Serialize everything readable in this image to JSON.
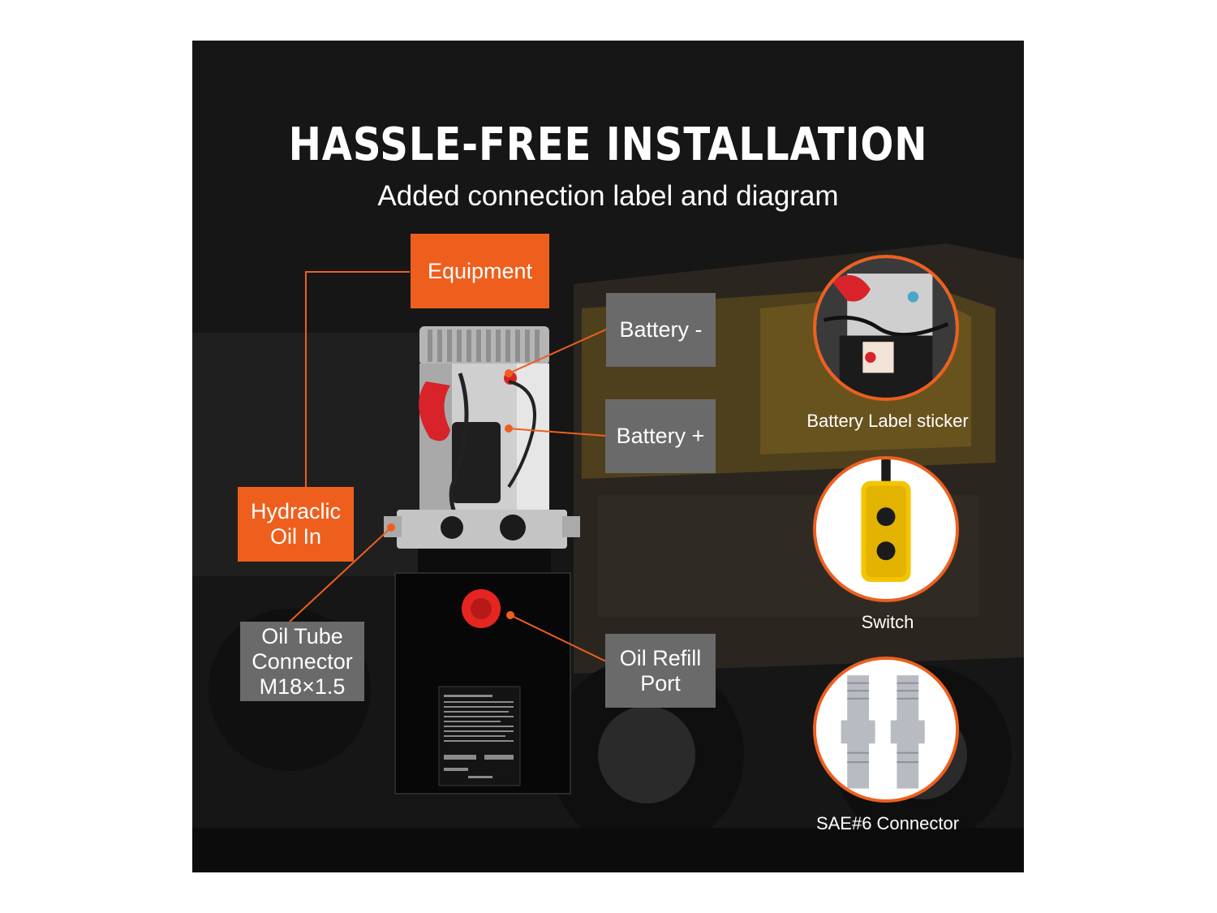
{
  "header": {
    "title": "HASSLE-FREE INSTALLATION",
    "subtitle": "Added connection label and diagram"
  },
  "labels": {
    "equipment": "Equipment",
    "battery_minus": "Battery -",
    "battery_plus": "Battery +",
    "hydraulic_oil_in_line1": "Hydraclic",
    "hydraulic_oil_in_line2": "Oil In",
    "oil_tube_line1": "Oil Tube",
    "oil_tube_line2": "Connector",
    "oil_tube_line3": "M18×1.5",
    "oil_refill_line1": "Oil Refill",
    "oil_refill_line2": "Port"
  },
  "callouts": [
    {
      "caption": "Battery Label sticker"
    },
    {
      "caption": "Switch"
    },
    {
      "caption": "SAE#6 Connector"
    }
  ],
  "colors": {
    "accent": "#ee5f1e",
    "label_gray": "#6a6a6a",
    "background": "#1a1a1a"
  }
}
